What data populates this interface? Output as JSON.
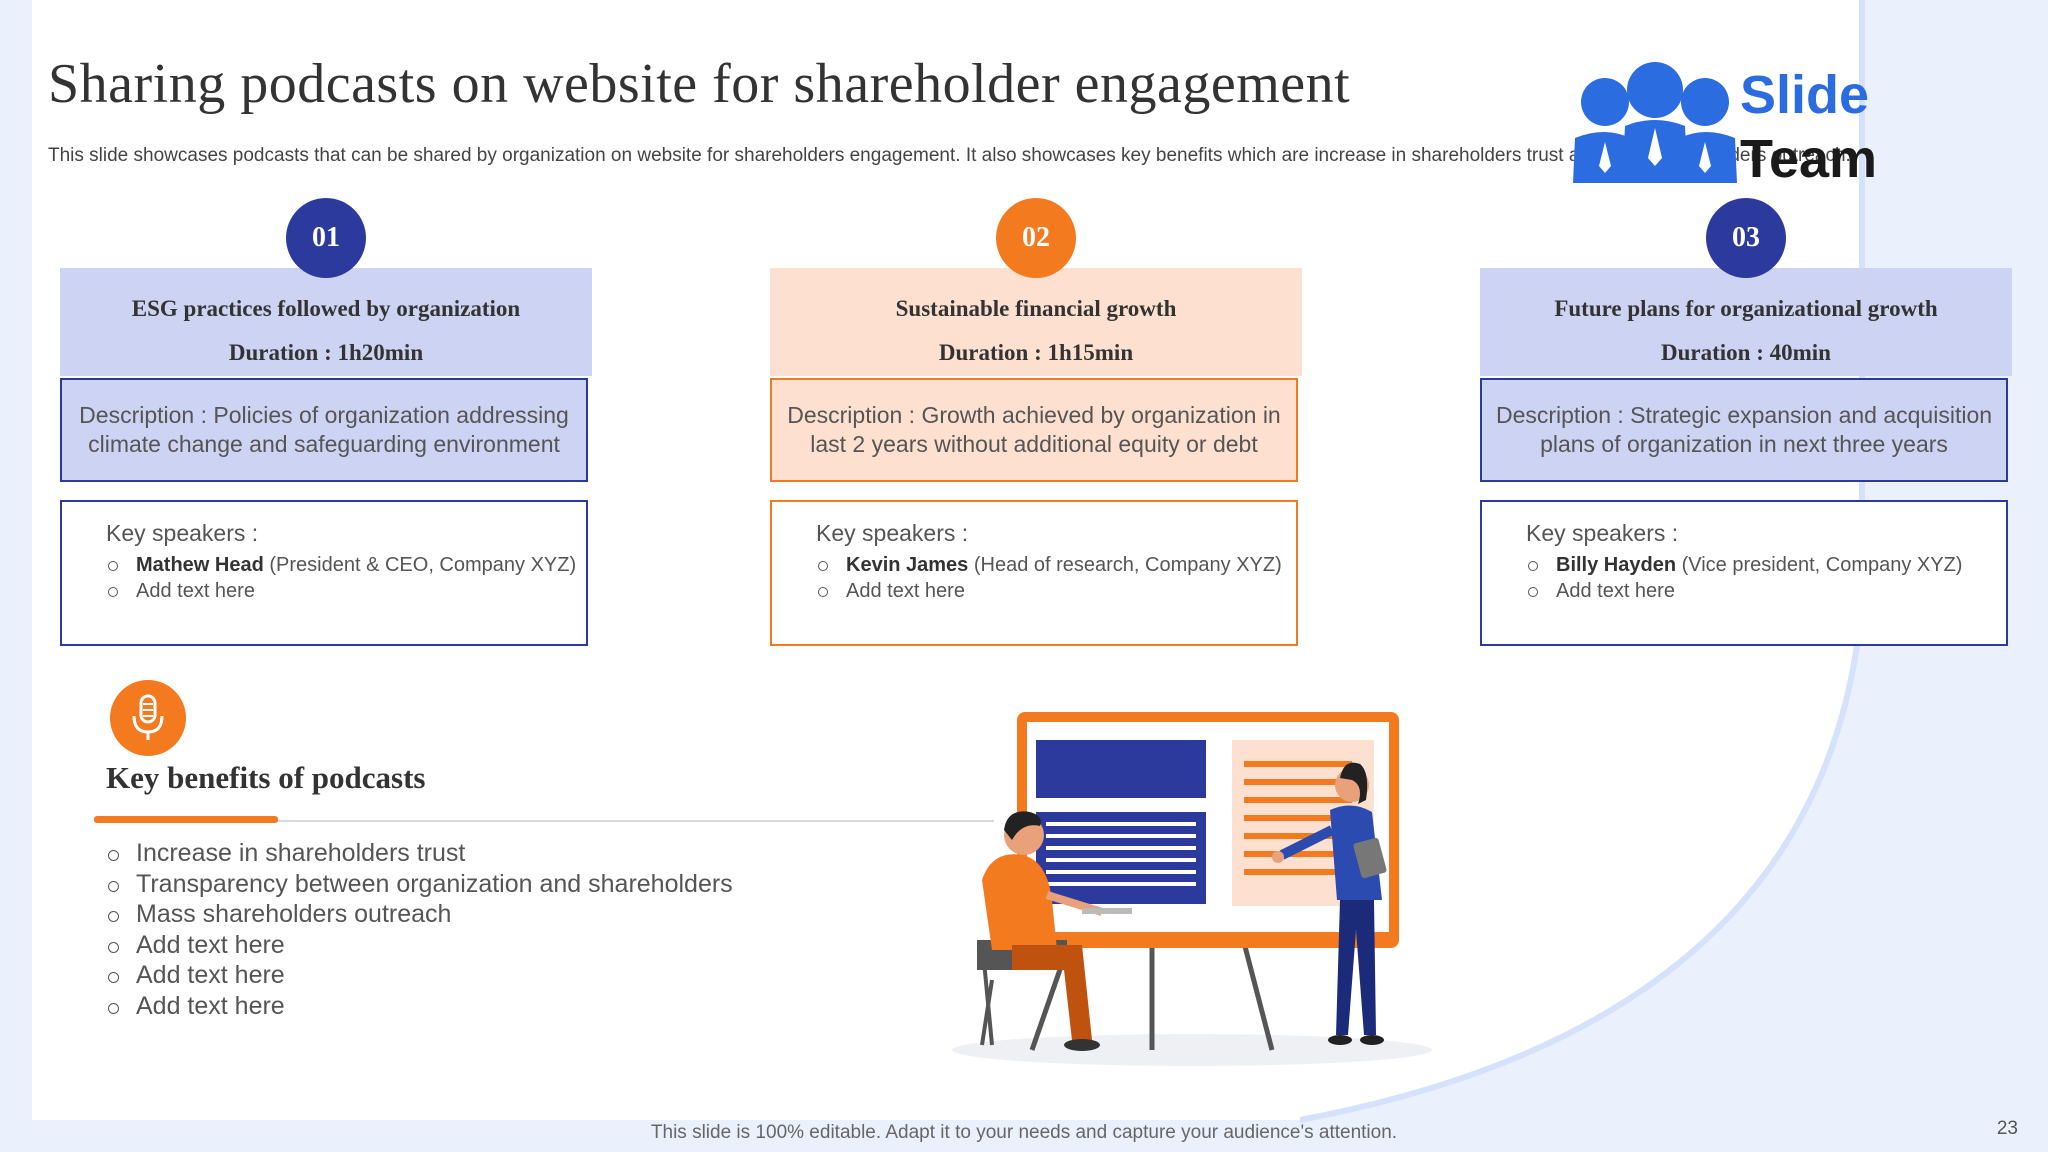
{
  "title": "Sharing podcasts on website for shareholder engagement",
  "subtitle": "This slide showcases podcasts that can be shared by organization on website for shareholders engagement. It also showcases key benefits which are increase in shareholders trust and mass shareholders outreach.",
  "logo": {
    "line1": "Slide",
    "line2": "Team",
    "icon": "people-group-icon"
  },
  "colors": {
    "blue": "#2b3a9c",
    "orange": "#f47a20",
    "light_blue": "#cdd3f2",
    "light_orange": "#fde0cf"
  },
  "podcasts": [
    {
      "number": "01",
      "title": "ESG practices followed by organization",
      "duration": "Duration : 1h20min",
      "description": "Description : Policies of organization addressing climate change and safeguarding environment",
      "speakers_label": "Key speakers :",
      "speaker_name": "Mathew Head",
      "speaker_role": " (President & CEO, Company XYZ)",
      "extra": "Add text here"
    },
    {
      "number": "02",
      "title": "Sustainable financial growth",
      "duration": "Duration : 1h15min",
      "description": "Description : Growth achieved by organization in last 2 years without additional equity or debt",
      "speakers_label": "Key speakers :",
      "speaker_name": "Kevin James",
      "speaker_role": " (Head of research, Company XYZ)",
      "extra": "Add text here"
    },
    {
      "number": "03",
      "title": "Future plans for organizational growth",
      "duration": "Duration : 40min",
      "description": "Description : Strategic expansion and acquisition plans of organization in next three years",
      "speakers_label": "Key speakers :",
      "speaker_name": "Billy Hayden",
      "speaker_role": " (Vice president, Company XYZ)",
      "extra": "Add text here"
    }
  ],
  "benefits": {
    "icon": "microphone-icon",
    "title": "Key benefits of podcasts",
    "items": [
      "Increase in shareholders trust",
      "Transparency between organization and shareholders",
      "Mass shareholders outreach",
      "Add text here",
      "Add text here",
      "Add text here"
    ]
  },
  "footer": "This slide is 100% editable. Adapt it to your needs and capture your audience's attention.",
  "page_number": "23"
}
